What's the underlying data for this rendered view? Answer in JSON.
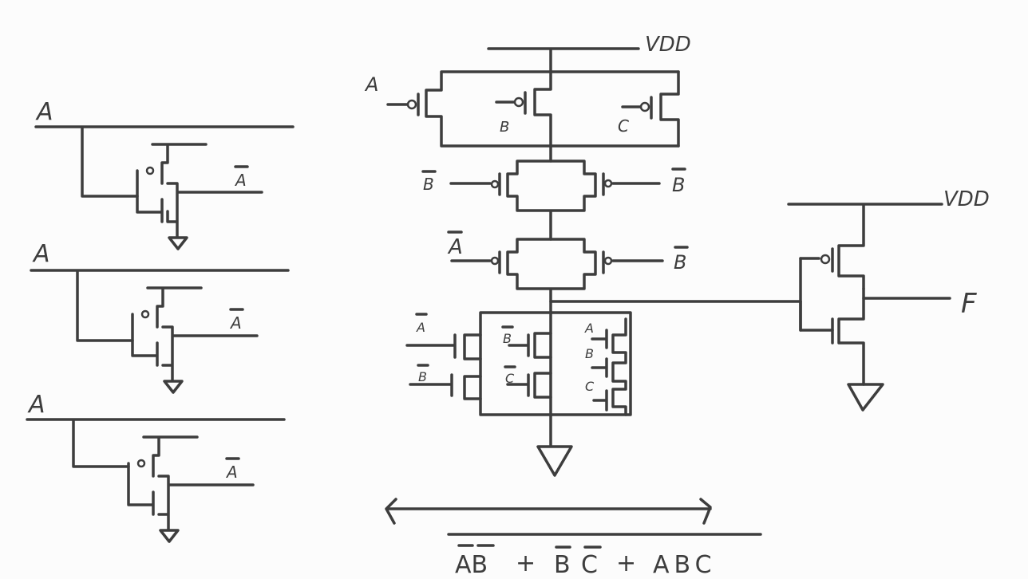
{
  "labels": {
    "vdd_main": "VDD",
    "vdd_out": "VDD",
    "f": "F",
    "A": "A",
    "B": "B",
    "C": "C",
    "Abar": "A",
    "Bbar": "B",
    "Cbar": "C"
  },
  "expression": {
    "term1": "AB",
    "plus1": "+",
    "term2": "BC",
    "plus2": "+",
    "term3": "ABC"
  }
}
